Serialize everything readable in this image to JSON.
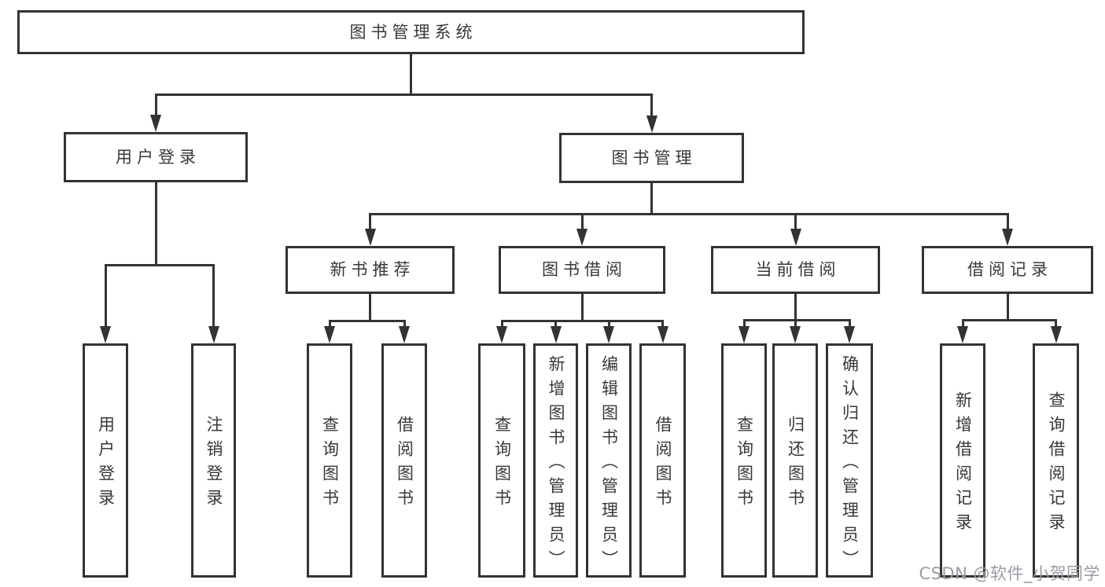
{
  "diagram": {
    "title": "图书管理系统",
    "nodes": [
      {
        "id": "root",
        "label": "图书管理系统",
        "text_direction": "horizontal"
      },
      {
        "id": "user-login",
        "label": "用户登录",
        "text_direction": "horizontal"
      },
      {
        "id": "book-mgmt",
        "label": "图书管理",
        "text_direction": "horizontal"
      },
      {
        "id": "new-book-rec",
        "label": "新书推荐",
        "text_direction": "horizontal"
      },
      {
        "id": "book-borrow",
        "label": "图书借阅",
        "text_direction": "horizontal"
      },
      {
        "id": "current-borrow",
        "label": "当前借阅",
        "text_direction": "horizontal"
      },
      {
        "id": "borrow-records",
        "label": "借阅记录",
        "text_direction": "horizontal"
      },
      {
        "id": "leaf-user-login",
        "label": "用户登录",
        "text_direction": "vertical"
      },
      {
        "id": "leaf-logout",
        "label": "注销登录",
        "text_direction": "vertical"
      },
      {
        "id": "leaf-nbr-query-book",
        "label": "查询图书",
        "text_direction": "vertical"
      },
      {
        "id": "leaf-nbr-borrow-book",
        "label": "借阅图书",
        "text_direction": "vertical"
      },
      {
        "id": "leaf-bb-query-book",
        "label": "查询图书",
        "text_direction": "vertical"
      },
      {
        "id": "leaf-bb-add-book",
        "label": "新增图书（管理员）",
        "text_direction": "vertical"
      },
      {
        "id": "leaf-bb-edit-book",
        "label": "编辑图书（管理员）",
        "text_direction": "vertical"
      },
      {
        "id": "leaf-bb-borrow-book",
        "label": "借阅图书",
        "text_direction": "vertical"
      },
      {
        "id": "leaf-cb-query-book",
        "label": "查询图书",
        "text_direction": "vertical"
      },
      {
        "id": "leaf-cb-return-book",
        "label": "归还图书",
        "text_direction": "vertical"
      },
      {
        "id": "leaf-cb-confirm-return",
        "label": "确认归还（管理员）",
        "text_direction": "vertical"
      },
      {
        "id": "leaf-br-add-record",
        "label": "新增借阅记录",
        "text_direction": "vertical"
      },
      {
        "id": "leaf-br-query-record",
        "label": "查询借阅记录",
        "text_direction": "vertical"
      }
    ],
    "edges": [
      {
        "from": "root",
        "to": [
          "user-login",
          "book-mgmt"
        ]
      },
      {
        "from": "user-login",
        "to": [
          "leaf-user-login",
          "leaf-logout"
        ]
      },
      {
        "from": "book-mgmt",
        "to": [
          "new-book-rec",
          "book-borrow",
          "current-borrow",
          "borrow-records"
        ]
      },
      {
        "from": "new-book-rec",
        "to": [
          "leaf-nbr-query-book",
          "leaf-nbr-borrow-book"
        ]
      },
      {
        "from": "book-borrow",
        "to": [
          "leaf-bb-query-book",
          "leaf-bb-add-book",
          "leaf-bb-edit-book",
          "leaf-bb-borrow-book"
        ]
      },
      {
        "from": "current-borrow",
        "to": [
          "leaf-cb-query-book",
          "leaf-cb-return-book",
          "leaf-cb-confirm-return"
        ]
      },
      {
        "from": "borrow-records",
        "to": [
          "leaf-br-add-record",
          "leaf-br-query-record"
        ]
      }
    ]
  },
  "watermark": "CSDN @软件_小贺同学",
  "colors": {
    "line": "#333333",
    "text": "#383838",
    "box_fill": "#ffffff",
    "watermark": "#9b9ba3",
    "background": "#ffffff"
  }
}
